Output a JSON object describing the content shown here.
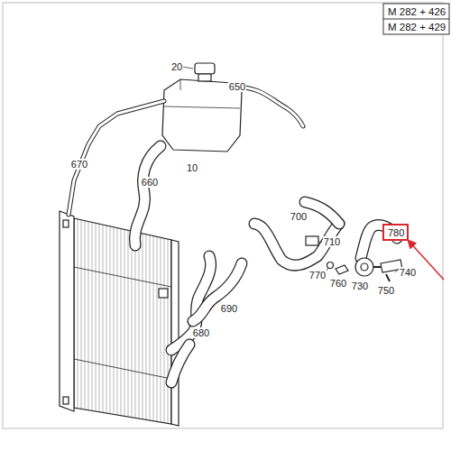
{
  "diagram": {
    "nodes": [
      {
        "text": [
          "780"
        ]
      }
    ],
    "labels": [
      "M 282 + 426",
      "M 282 + 429",
      "20",
      "650",
      "10",
      "670",
      "660",
      "700",
      "710",
      "770",
      "760",
      "730",
      "740",
      "750",
      "690",
      "680"
    ]
  }
}
